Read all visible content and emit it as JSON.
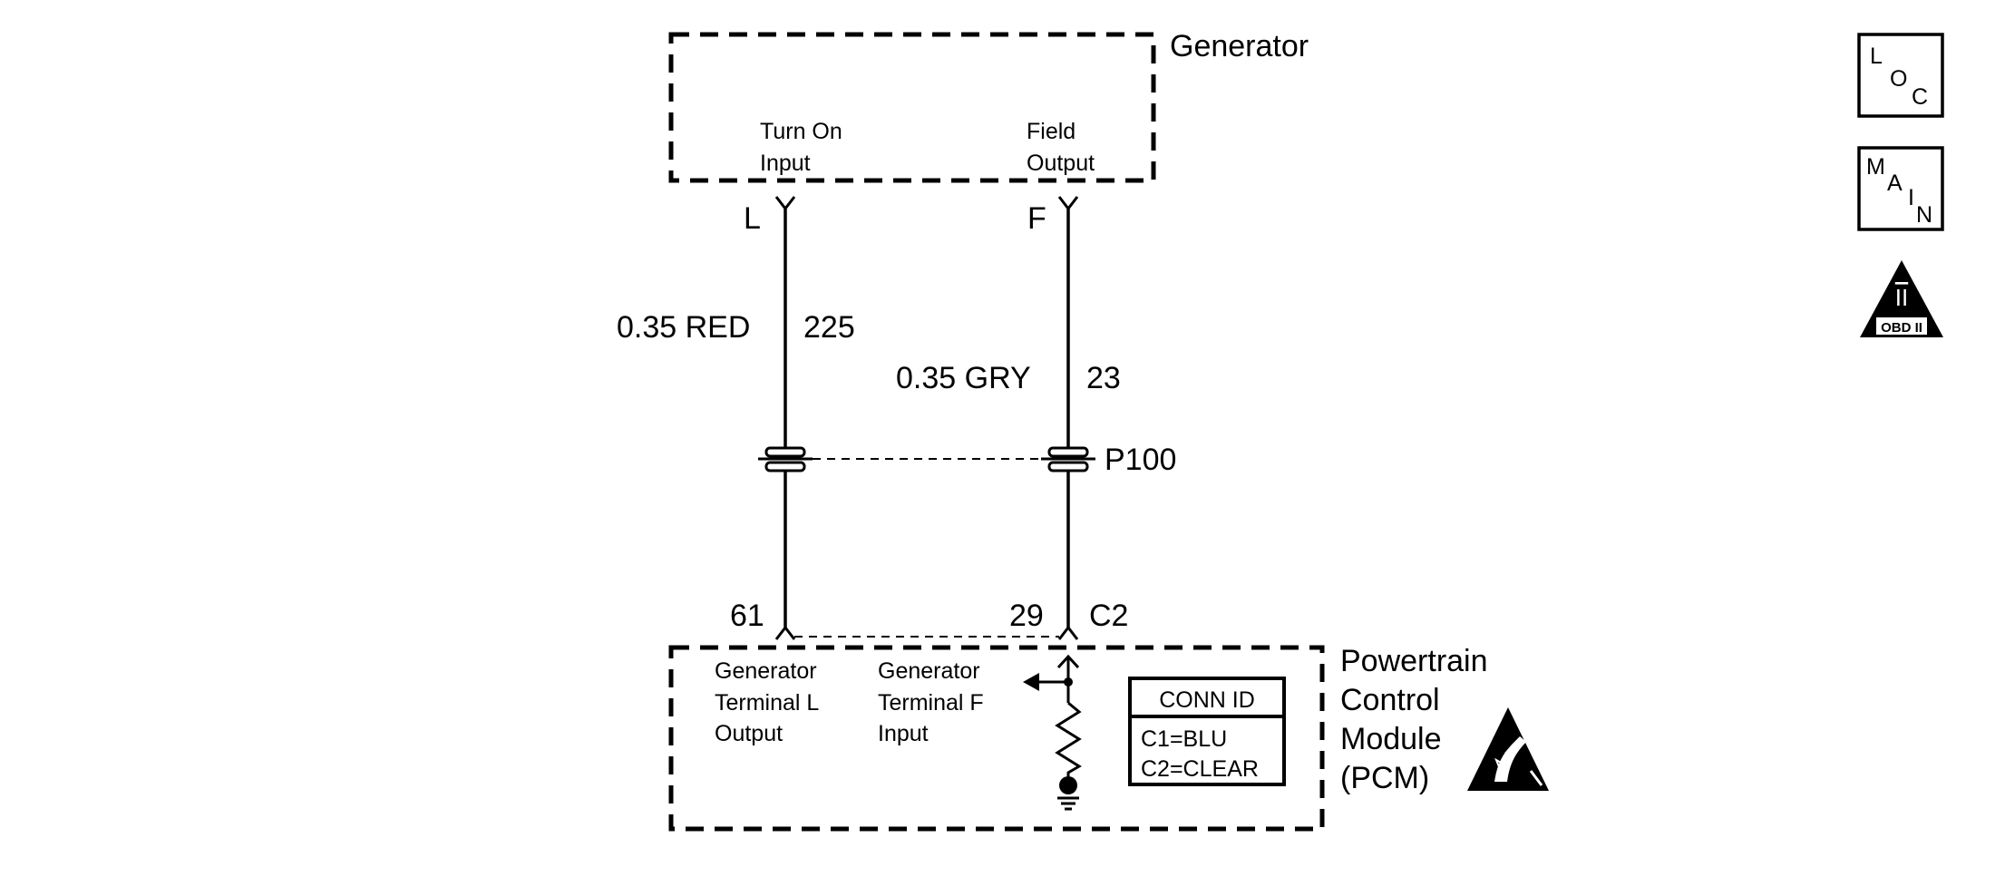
{
  "generator": {
    "title": "Generator",
    "left_pin": {
      "line1": "Turn On",
      "line2": "Input",
      "terminal": "L"
    },
    "right_pin": {
      "line1": "Field",
      "line2": "Output",
      "terminal": "F"
    }
  },
  "wires": {
    "left": {
      "label": "0.35 RED",
      "circuit": "225"
    },
    "right": {
      "label": "0.35 GRY",
      "circuit": "23"
    }
  },
  "connector": {
    "id": "P100"
  },
  "pcm": {
    "left_pin_number": "61",
    "right_pin_number": "29",
    "connector_ref": "C2",
    "title": {
      "line1": "Powertrain",
      "line2": "Control",
      "line3": "Module",
      "line4": "(PCM)"
    },
    "left_terminal": {
      "line1": "Generator",
      "line2": "Terminal L",
      "line3": "Output"
    },
    "right_terminal": {
      "line1": "Generator",
      "line2": "Terminal F",
      "line3": "Input"
    },
    "conn_id": {
      "header": "CONN ID",
      "row1": "C1=BLU",
      "row2": "C2=CLEAR"
    }
  },
  "side_icons": {
    "loc": {
      "l": "L",
      "o": "O",
      "c": "C"
    },
    "main": {
      "m": "M",
      "a": "A",
      "i": "I",
      "n": "N"
    },
    "obd": {
      "numeral": "II",
      "label": "OBD II"
    }
  }
}
